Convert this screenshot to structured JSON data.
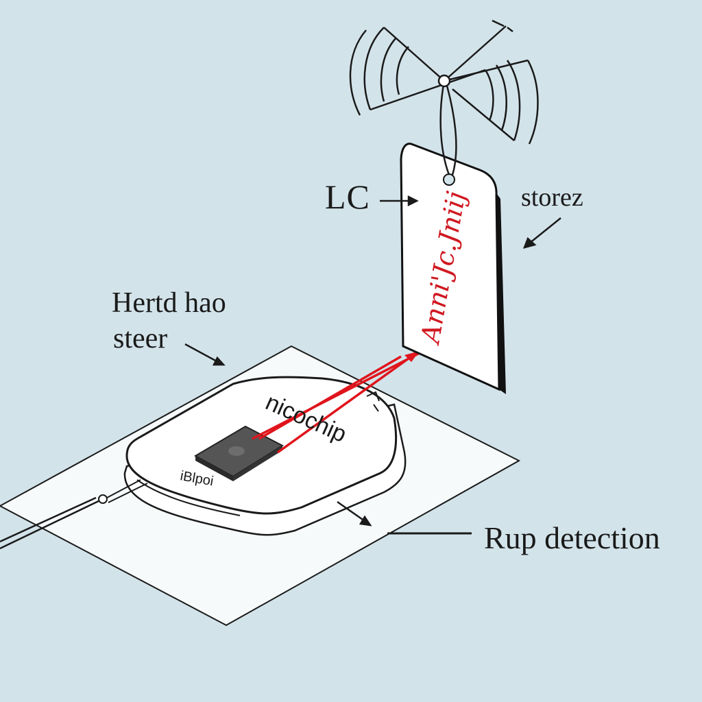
{
  "labels": {
    "lc": "LC",
    "storez": "storez",
    "hertd_line1": "Hertd hao",
    "hertd_line2": "steer",
    "rup_detection": "Rup detection",
    "chip_label": "nicochip",
    "base_label": "iBlpoi",
    "tag_script": "Anni'Jc.Jniij"
  },
  "colors": {
    "background": "#d3e3ea",
    "ink": "#1a1a1a",
    "signal": "#e0141c",
    "chip": "#3c3c3c",
    "card": "#ffffff"
  },
  "icons": [
    "antenna-icon",
    "arrow-icon"
  ]
}
